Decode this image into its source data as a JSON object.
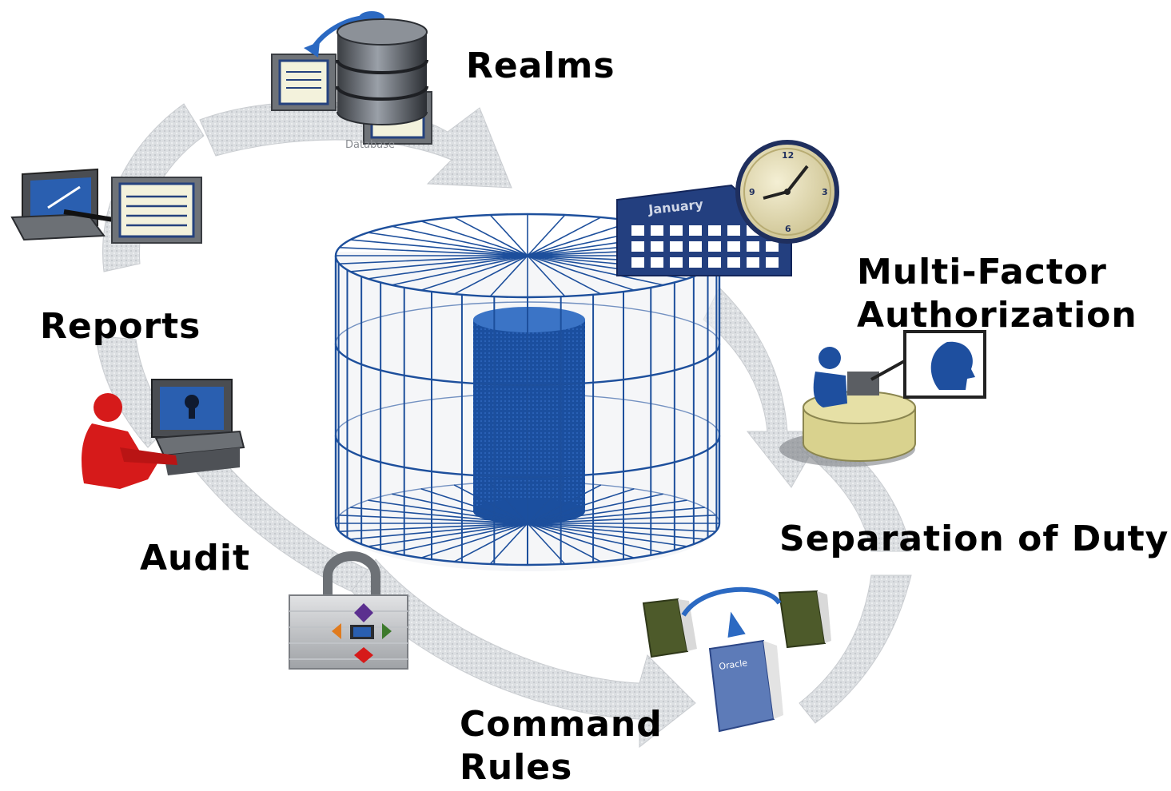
{
  "labels": {
    "realms": "Realms",
    "reports": "Reports",
    "audit": "Audit",
    "mfa_line1": "Multi-Factor",
    "mfa_line2": "Authorization",
    "sod": "Separation of Duty",
    "cmd_line1": "Command",
    "cmd_line2": "Rules"
  },
  "icon_text": {
    "database": "Database",
    "calendar_month": "January",
    "book": "Oracle"
  },
  "colors": {
    "cage_blue": "#1d4f9c",
    "core_blue": "#1a4fa0",
    "arrow_gray": "#d6d9dc",
    "audit_red": "#d61a1a",
    "calendar_blue": "#233f7f",
    "book_green": "#4d5a2a",
    "book_blue": "#5d7bb8",
    "desk_tan": "#d9d28e"
  }
}
